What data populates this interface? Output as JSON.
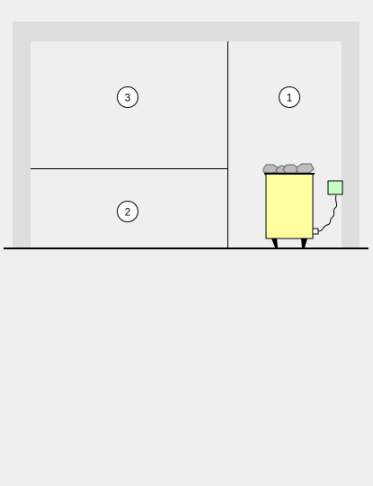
{
  "zones": [
    {
      "label": "3"
    },
    {
      "label": "1"
    },
    {
      "label": "2"
    }
  ],
  "colors": {
    "background": "#efefef",
    "wall": "#dedede",
    "interior": "#efefef",
    "line": "#000000",
    "heater_body": "#ffffa0",
    "control_unit": "#c8ffc8",
    "stones": "#bdbdbd"
  },
  "icons": {
    "heater": "sauna-heater-icon",
    "stones": "sauna-stones-icon",
    "control": "control-unit-icon"
  }
}
